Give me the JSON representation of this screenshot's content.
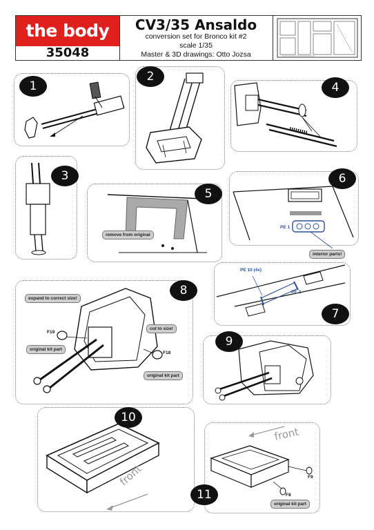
{
  "header": {
    "brand": "the body",
    "kit_number": "35048",
    "title": "CV3/35 Ansaldo",
    "subtitle_lines": [
      "conversion set for Bronco kit #2",
      "scale 1/35",
      "Master & 3D drawings: Otto Jozsa"
    ]
  },
  "steps": [
    {
      "number": "1"
    },
    {
      "number": "2"
    },
    {
      "number": "3"
    },
    {
      "number": "4"
    },
    {
      "number": "5",
      "callout": "remove from original"
    },
    {
      "number": "6",
      "part": "PE 1",
      "callout": "interior parts!"
    },
    {
      "number": "7",
      "part_a": "PE 10 (4x)",
      "part_b": "PE 2"
    },
    {
      "number": "8",
      "callout_a": "expand to correct size!",
      "callout_b": "cut to size!",
      "part_a": "F19",
      "part_b": "F18",
      "note_a": "original kit part",
      "note_b": "original kit part"
    },
    {
      "number": "9"
    },
    {
      "number": "10",
      "direction": "front"
    },
    {
      "number": "11",
      "direction": "front",
      "part_a": "F9",
      "part_b": "F8",
      "note": "original kit part"
    }
  ],
  "colors": {
    "brand_red": "#e0201c",
    "pe_blue": "#2a4ea0",
    "callout_grey": "#cfcfcf"
  }
}
